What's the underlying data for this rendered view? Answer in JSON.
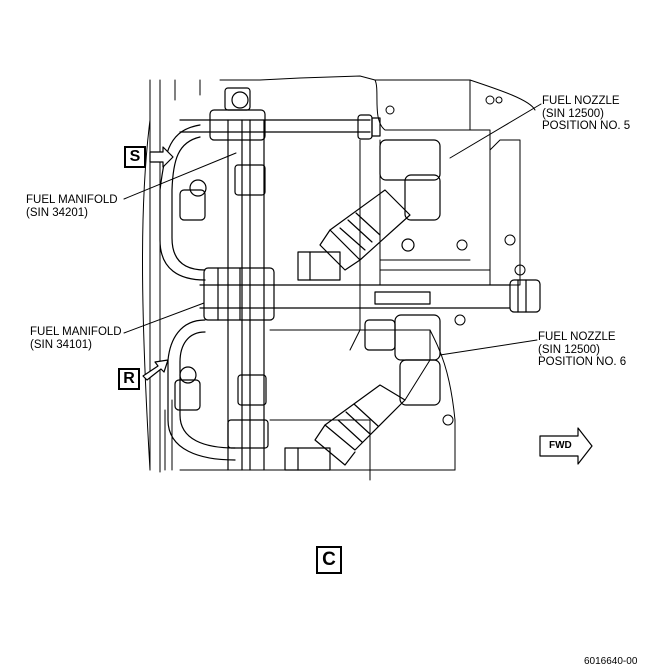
{
  "labels": {
    "nozzle_5": {
      "line1": "FUEL NOZZLE",
      "line2": "(SIN 12500)",
      "line3": "POSITION NO. 5"
    },
    "manifold_1": {
      "line1": "FUEL MANIFOLD",
      "line2": "(SIN 34201)"
    },
    "manifold_2": {
      "line1": "FUEL MANIFOLD",
      "line2": "(SIN 34101)"
    },
    "nozzle_6": {
      "line1": "FUEL NOZZLE",
      "line2": "(SIN 12500)",
      "line3": "POSITION NO. 6"
    }
  },
  "view_refs": {
    "s": "S",
    "r": "R"
  },
  "fwd": "FWD",
  "view_label": "C",
  "figure_number": "6016640-00"
}
